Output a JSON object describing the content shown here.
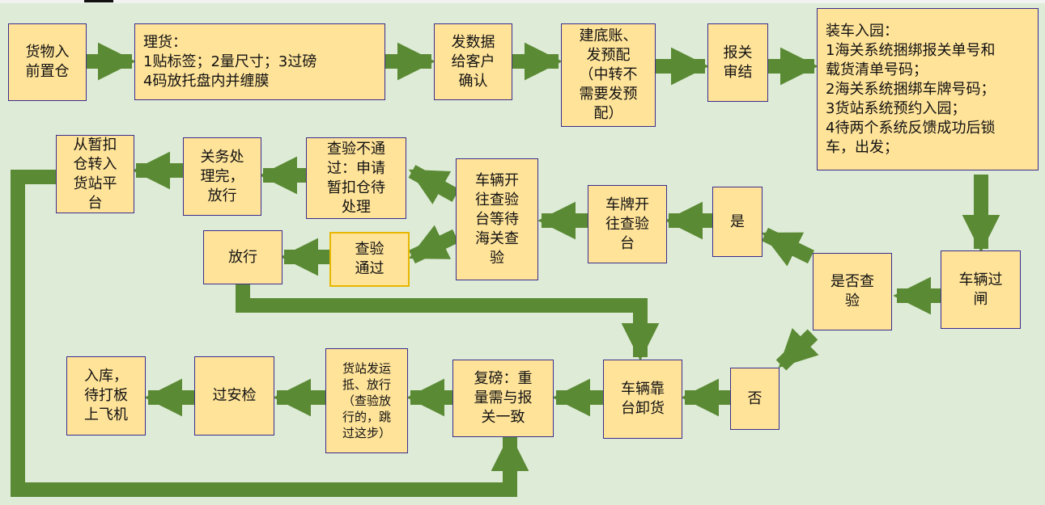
{
  "colors": {
    "background": "#deecd7",
    "box_fill": "#ffe399",
    "box_border": "#3b2c8c",
    "arrow": "#5b8a35"
  },
  "nodes": {
    "n1": "货物入\n前置仓",
    "n2": "理货：\n1贴标签；2量尺寸；3过磅\n4码放托盘内并缠膜",
    "n3": "发数据\n给客户\n确认",
    "n4": "建底账、\n发预配\n（中转不\n需要发预\n配）",
    "n5": "报关\n审结",
    "n6": "装车入园：\n1海关系统捆绑报关单号和\n载货清单号码；\n2海关系统捆绑车牌号码；\n3货站系统预约入园；\n4待两个系统反馈成功后锁\n车，出发；",
    "n7": "车辆过\n闸",
    "n8": "是否查\n验",
    "n9": "是",
    "n10": "车牌开\n往查验\n台",
    "n11": "车辆开\n往查验\n台等待\n海关查\n验",
    "n12": "查验不通\n过：申请\n暂扣仓待\n处理",
    "n13": "关务处\n理完，\n放行",
    "n14": "从暂扣\n仓转入\n货站平\n台",
    "n15": "查验\n通过",
    "n16": "放行",
    "n17": "否",
    "n18": "车辆靠\n台卸货",
    "n19": "复磅：重\n量需与报\n关一致",
    "n20": "货站发运\n抵、放行\n（查验放\n行的，跳\n过这步）",
    "n21": "过安检",
    "n22": "入库，\n待打板\n上飞机"
  }
}
